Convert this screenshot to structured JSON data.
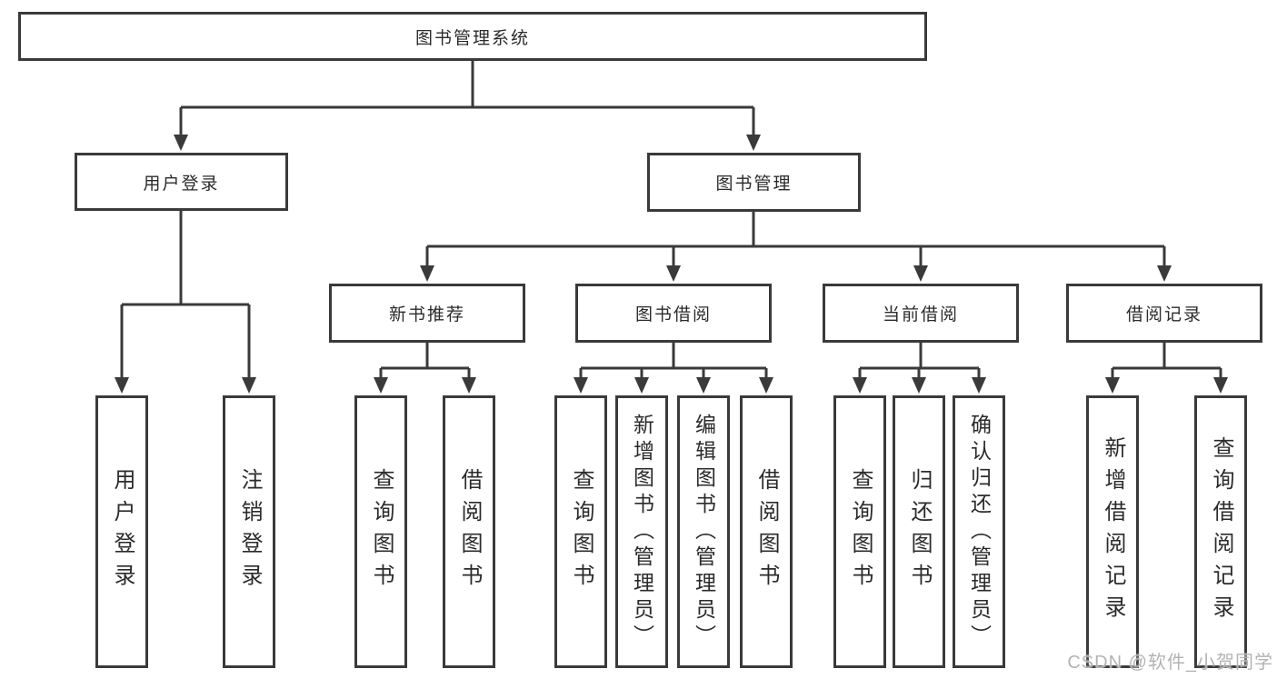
{
  "tree": {
    "label": "图书管理系统",
    "children": [
      {
        "label": "用户登录",
        "children": [
          {
            "label": "用户登录"
          },
          {
            "label": "注销登录"
          }
        ]
      },
      {
        "label": "图书管理",
        "children": [
          {
            "label": "新书推荐",
            "children": [
              {
                "label": "查询图书"
              },
              {
                "label": "借阅图书"
              }
            ]
          },
          {
            "label": "图书借阅",
            "children": [
              {
                "label": "查询图书"
              },
              {
                "label": "新增图书（管理员）"
              },
              {
                "label": "编辑图书（管理员）"
              },
              {
                "label": "借阅图书"
              }
            ]
          },
          {
            "label": "当前借阅",
            "children": [
              {
                "label": "查询图书"
              },
              {
                "label": "归还图书"
              },
              {
                "label": "确认归还（管理员）"
              }
            ]
          },
          {
            "label": "借阅记录",
            "children": [
              {
                "label": "新增借阅记录"
              },
              {
                "label": "查询借阅记录"
              }
            ]
          }
        ]
      }
    ]
  },
  "watermark": {
    "text": "CSDN @软件_小贺同学"
  },
  "colors": {
    "line": "#3a3a3a",
    "text": "#2b2b2b",
    "watermark": "#b3b3b3",
    "background": "#ffffff"
  }
}
